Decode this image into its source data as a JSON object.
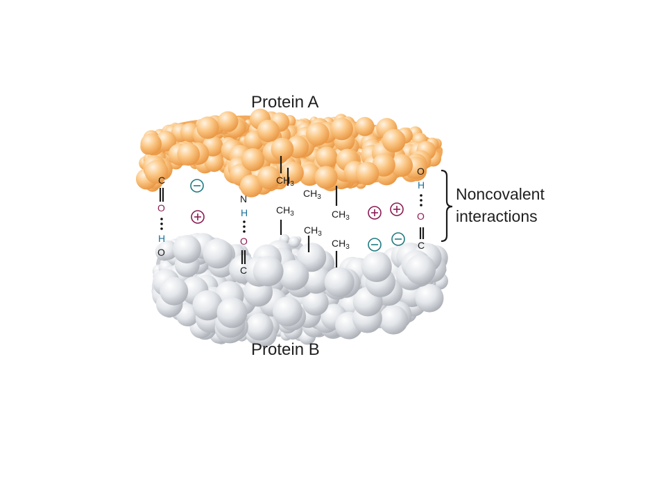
{
  "diagram": {
    "protein_a_label": "Protein A",
    "protein_b_label": "Protein B",
    "bracket_label_line1": "Noncovalent",
    "bracket_label_line2": "interactions",
    "hbond_left": {
      "top": "C",
      "acceptor": "O",
      "donor": "H",
      "bottom": "O"
    },
    "hbond_mid": {
      "top": "N",
      "donor": "H",
      "acceptor": "O",
      "bottom": "C"
    },
    "hbond_right": {
      "top": "O",
      "donor": "H",
      "acceptor": "O",
      "bottom": "C"
    },
    "methyl": "CH",
    "methyl_sub": "3",
    "colors": {
      "protein_a": "#f7b36b",
      "protein_b": "#dfe3e8",
      "positive_charge": "#8a1a52",
      "negative_charge": "#1e7a80",
      "oxygen": "#8a1a52",
      "hydrogen": "#1b6f9a"
    }
  }
}
